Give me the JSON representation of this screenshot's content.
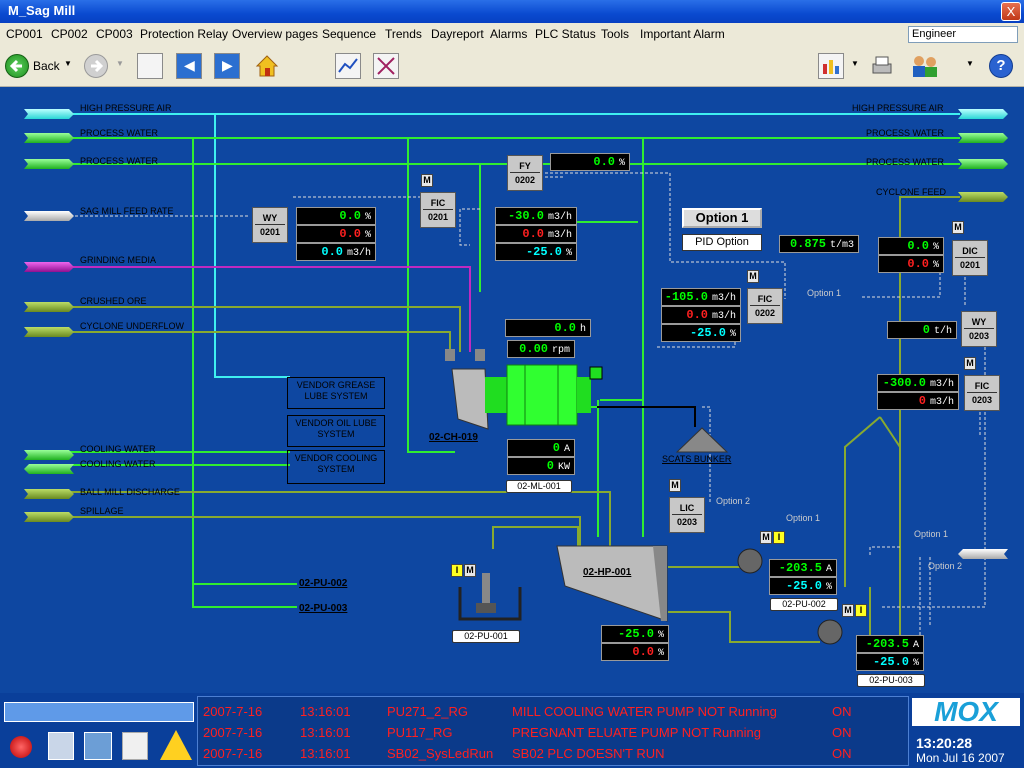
{
  "window": {
    "title": "M_Sag Mill",
    "close": "X"
  },
  "menu": [
    "CP001",
    "CP002",
    "CP003",
    "Protection Relay",
    "Overview pages",
    "Sequence",
    "Trends",
    "Dayreport",
    "Alarms",
    "PLC Status",
    "Tools",
    "Important Alarm"
  ],
  "user": "Engineer",
  "toolbar": {
    "back": "Back"
  },
  "lines": {
    "hpa_l": "HIGH PRESSURE AIR",
    "pw1_l": "PROCESS WATER",
    "pw2_l": "PROCESS WATER",
    "feed": "SAG MILL FEED RATE",
    "gm": "GRINDING MEDIA",
    "ore": "CRUSHED ORE",
    "cu": "CYCLONE UNDERFLOW",
    "cw1": "COOLING WATER",
    "cw2": "COOLING WATER",
    "bmd": "BALL MILL DISCHARGE",
    "spill": "SPILLAGE",
    "hpa_r": "HIGH PRESSURE AIR",
    "pw1_r": "PROCESS WATER",
    "pw2_r": "PROCESS WATER",
    "cf": "CYCLONE FEED"
  },
  "instruments": {
    "wy0201": [
      "WY",
      "0201"
    ],
    "fic0201": [
      "FIC",
      "0201"
    ],
    "fy0202": [
      "FY",
      "0202"
    ],
    "fic0202": [
      "FIC",
      "0202"
    ],
    "dic0201": [
      "DIC",
      "0201"
    ],
    "wy0203": [
      "WY",
      "0203"
    ],
    "fic0203": [
      "FIC",
      "0203"
    ],
    "lic0203": [
      "LIC",
      "0203"
    ]
  },
  "values": {
    "wy0201_1": "0.0",
    "wy0201_2": "0.0",
    "wy0201_3": "0.0",
    "fic0201_1": "-30.0",
    "fic0201_2": "0.0",
    "fic0201_3": "-25.0",
    "fy0202": "0.0",
    "fic0202_1": "-105.0",
    "fic0202_2": "0.0",
    "fic0202_3": "-25.0",
    "density": "0.875",
    "dic1": "0.0",
    "dic2": "0.0",
    "wy0203": "0",
    "fic0203_1": "-300.0",
    "fic0203_2": "0",
    "mill_h": "0.0",
    "mill_rpm": "0.00",
    "mill_a": "0",
    "mill_kw": "0",
    "hp_1": "-25.0",
    "hp_2": "0.0",
    "pu002_a": "-203.5",
    "pu002_pct": "-25.0",
    "pu003_a": "-203.5",
    "pu003_pct": "-25.0"
  },
  "units": {
    "pct": "%",
    "m3h": "m3/h",
    "th": "t/h",
    "tm3": "t/m3",
    "h": "h",
    "rpm": "rpm",
    "a": "A",
    "kw": "KW"
  },
  "buttons": {
    "option1": "Option 1",
    "pid": "PID Option"
  },
  "options": {
    "o1a": "Option 1",
    "o1b": "Option 1",
    "o1c": "Option 1",
    "o2a": "Option 2",
    "o2b": "Option 2"
  },
  "equipment": {
    "crusher": "02-CH-019",
    "mill": "02-ML-001",
    "bunker": "SCATS BUNKER",
    "hopper": "02-HP-001",
    "pu001": "02-PU-001",
    "pu002": "02-PU-002",
    "pu003": "02-PU-003",
    "link002": "02-PU-002",
    "link003": "02-PU-003"
  },
  "vendors": {
    "grease": "VENDOR GREASE LUBE SYSTEM",
    "oil": "VENDOR OIL LUBE SYSTEM",
    "cooling": "VENDOR COOLING SYSTEM"
  },
  "badges": {
    "m": "M",
    "i": "I"
  },
  "alarms": [
    {
      "date": "2007-7-16",
      "time": "13:16:01",
      "tag": "PU271_2_RG",
      "msg": "MILL COOLING WATER PUMP NOT Running",
      "state": "ON"
    },
    {
      "date": "2007-7-16",
      "time": "13:16:01",
      "tag": "PU117_RG",
      "msg": "PREGNANT ELUATE PUMP NOT Running",
      "state": "ON"
    },
    {
      "date": "2007-7-16",
      "time": "13:16:01",
      "tag": "SB02_SysLedRun",
      "msg": "SB02 PLC DOESN'T RUN",
      "state": "ON"
    }
  ],
  "clock": {
    "time": "13:20:28",
    "date": "Mon Jul 16 2007",
    "logo": "MOX"
  }
}
